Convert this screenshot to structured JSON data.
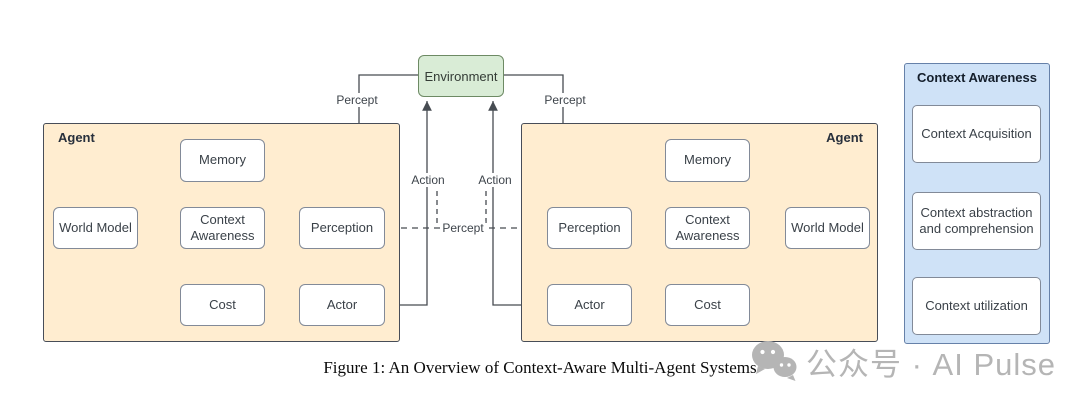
{
  "environment": {
    "label": "Environment"
  },
  "agents": {
    "left": {
      "label": "Agent",
      "nodes": {
        "memory": "Memory",
        "world_model": "World Model",
        "context_awareness": "Context Awareness",
        "perception": "Perception",
        "cost": "Cost",
        "actor": "Actor"
      }
    },
    "right": {
      "label": "Agent",
      "nodes": {
        "memory": "Memory",
        "perception": "Perception",
        "context_awareness": "Context Awareness",
        "world_model": "World Model",
        "actor": "Actor",
        "cost": "Cost"
      }
    }
  },
  "edge_labels": {
    "percept_left": "Percept",
    "percept_right": "Percept",
    "action_left": "Action",
    "action_right": "Action",
    "percept_middle": "Percept"
  },
  "panel": {
    "title": "Context Awareness",
    "steps": [
      "Context Acquisition",
      "Context abstraction and comprehension",
      "Context utilization"
    ]
  },
  "caption": {
    "text": "Figure 1: An Overview of Context-Aware Multi-Agent Systems"
  },
  "watermark": {
    "text": "公众号 · AI Pulse",
    "icon": "wechat-icon"
  },
  "colors": {
    "agent_fill": "#ffedd0",
    "agent_border": "#474d58",
    "node_fill": "#ffffff",
    "node_border": "#828a98",
    "environment_fill": "#d9ecd6",
    "environment_border": "#6d8a64",
    "panel_fill": "#cfe2f7",
    "panel_border": "#6681a9",
    "wire": "#474c52",
    "watermark_gray": "#b5b5b5"
  }
}
